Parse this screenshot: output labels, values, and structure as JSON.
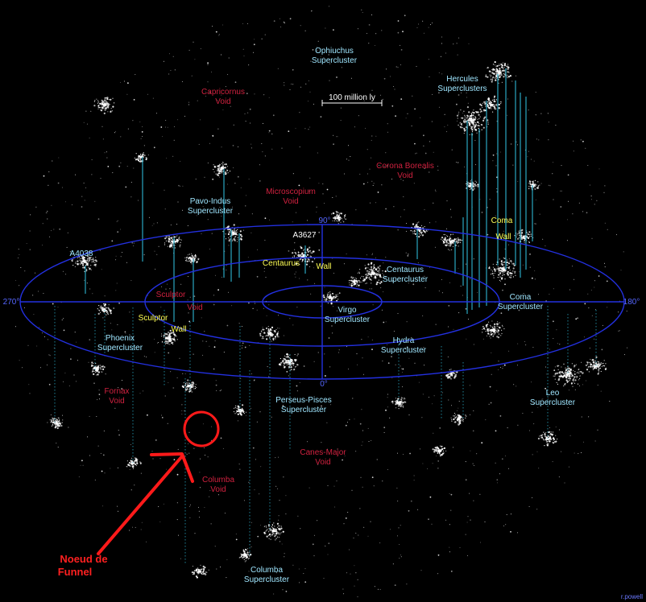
{
  "colors": {
    "background": "#000000",
    "ring": "#2330e0",
    "drop_line": "#2aa6c0",
    "supercluster_label": "#9fe6ff",
    "void_label": "#d0213f",
    "wall_label": "#ffff55",
    "annotation": "#ff2020"
  },
  "scale_bar": {
    "label": "100 million ly"
  },
  "axis_labels": {
    "deg_90": "90°",
    "deg_180": "180°",
    "deg_270": "270°",
    "deg_0": "0°"
  },
  "superclusters": [
    {
      "id": "ophiuchus",
      "line1": "Ophiuchus",
      "line2": "Supercluster"
    },
    {
      "id": "hercules",
      "line1": "Hercules",
      "line2": "Superclusters"
    },
    {
      "id": "pavo-indus",
      "line1": "Pavo-Indus",
      "line2": "Supercluster"
    },
    {
      "id": "centaurus",
      "line1": "Centaurus",
      "line2": "Supercluster"
    },
    {
      "id": "coma",
      "line1": "Coma",
      "line2": "Supercluster"
    },
    {
      "id": "virgo",
      "line1": "Virgo",
      "line2": "Supercluster"
    },
    {
      "id": "phoenix",
      "line1": "Phoenix",
      "line2": "Supercluster"
    },
    {
      "id": "hydra",
      "line1": "Hydra",
      "line2": "Supercluster"
    },
    {
      "id": "perseus-pisces",
      "line1": "Perseus-Pisces",
      "line2": "Supercluster"
    },
    {
      "id": "leo",
      "line1": "Leo",
      "line2": "Supercluster"
    },
    {
      "id": "columba",
      "line1": "Columba",
      "line2": "Supercluster"
    }
  ],
  "clusters": [
    {
      "id": "a4038",
      "text": "A4038"
    },
    {
      "id": "a3627",
      "text": "A3627"
    }
  ],
  "voids": [
    {
      "id": "capricornus",
      "line1": "Capricornus",
      "line2": "Void"
    },
    {
      "id": "corona-borealis",
      "line1": "Corona Borealis",
      "line2": "Void"
    },
    {
      "id": "microscopium",
      "line1": "Microscopium",
      "line2": "Void"
    },
    {
      "id": "sculptor",
      "line1": "Sculptor",
      "line2": "Void"
    },
    {
      "id": "fornax",
      "line1": "Fornax",
      "line2": "Void"
    },
    {
      "id": "canes-major",
      "line1": "Canes-Major",
      "line2": "Void"
    },
    {
      "id": "columba",
      "line1": "Columba",
      "line2": "Void"
    }
  ],
  "walls": [
    {
      "id": "centaurus",
      "line1": "Centaurus",
      "line2": "Wall"
    },
    {
      "id": "coma",
      "line1": "Coma",
      "line2": "Wall"
    },
    {
      "id": "sculptor",
      "line1": "Sculptor",
      "line2": "Wall"
    }
  ],
  "annotation": {
    "line1": "Noeud de",
    "line2": "Funnel"
  },
  "credit": "r.powell"
}
